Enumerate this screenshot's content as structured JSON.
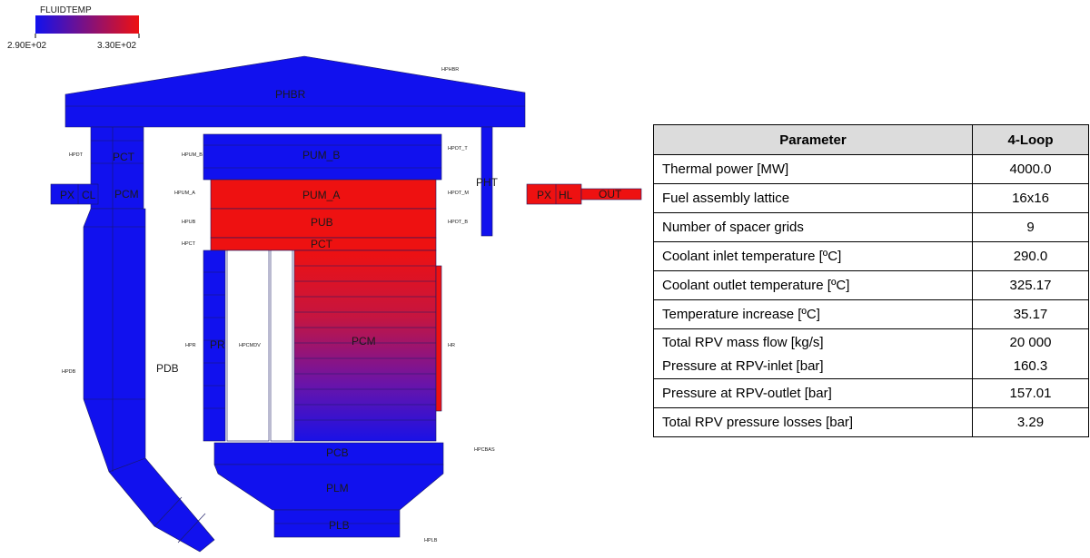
{
  "legend": {
    "title": "FLUIDTEMP",
    "min_label": "2.90E+02",
    "max_label": "3.30E+02",
    "min_color": "#1111ee",
    "max_color": "#ee1111"
  },
  "colors": {
    "cold": "#1111ee",
    "hot": "#ee1111",
    "outline": "#222266"
  },
  "labels": {
    "PHBR": "PHBR",
    "HPHBR": "HPHBR",
    "PCT_left": "PCT",
    "HPDT": "HPDT",
    "PX_CL": "PX",
    "CL": "CL",
    "PCM_left": "PCM",
    "PDB": "PDB",
    "HPDB": "HPDB",
    "PUM_B": "PUM_B",
    "HPUM_B": "HPUM_B",
    "PUM_A": "PUM_A",
    "HPUM_A": "HPUM_A",
    "PUB": "PUB",
    "HPUB": "HPUB",
    "PCT": "PCT",
    "HPCT": "HPCT",
    "PCM": "PCM",
    "HPR": "HPR",
    "PR": "PR",
    "HPCMDV": "HPCMDV",
    "HR": "HR",
    "PCB": "PCB",
    "HPCBAS": "HPCBAS",
    "PLM": "PLM",
    "PLB": "PLB",
    "HPLB": "HPLB",
    "PHT": "PHT",
    "HPOT_T": "HPOT_T",
    "HPOT_M": "HPOT_M",
    "HPOT_B": "HPOT_B",
    "PX_HL": "PX",
    "HL": "HL",
    "OUT": "OUT"
  },
  "table": {
    "headers": [
      "Parameter",
      "4-Loop"
    ],
    "rows": [
      {
        "param": "Thermal power [MW]",
        "value": "4000.0"
      },
      {
        "param": "Fuel assembly lattice",
        "value": "16x16"
      },
      {
        "param": "Number of spacer grids",
        "value": "9"
      },
      {
        "param": "Coolant inlet temperature [ºC]",
        "value": "290.0"
      },
      {
        "param": "Coolant outlet temperature [ºC]",
        "value": "325.17"
      },
      {
        "param": "Temperature increase [ºC]",
        "value": "35.17"
      },
      {
        "param": "Total RPV mass flow [kg/s]",
        "value": "20 000"
      },
      {
        "param": "Pressure at RPV-inlet [bar]",
        "value": "160.3"
      },
      {
        "param": "Pressure at RPV-outlet [bar]",
        "value": "157.01"
      },
      {
        "param": "Total RPV pressure losses [bar]",
        "value": "3.29"
      }
    ]
  }
}
